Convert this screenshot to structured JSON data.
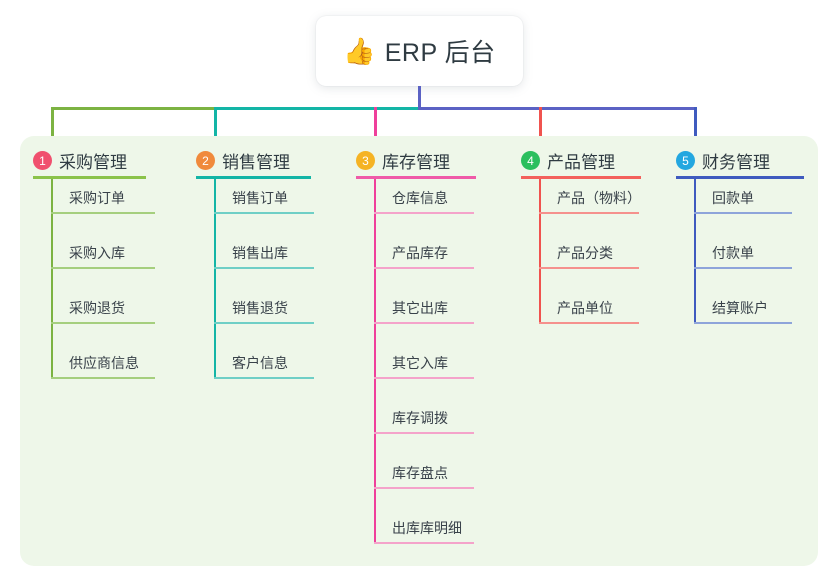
{
  "root": {
    "emoji": "👍",
    "emoji_name": "thumbs-up-icon",
    "title": "ERP 后台"
  },
  "colors": {
    "page_background": "#ffffff",
    "panel_background": "#eef7e9",
    "text": "#2f3b42",
    "item_text": "#39424a",
    "root_stem": "#5b62c4",
    "bus_right": "#5b62c4"
  },
  "columns": [
    {
      "number": "1",
      "title": "采购管理",
      "badge_color": "#f0506e",
      "line_color": "#7cb342",
      "rule_color": "#8bc34a",
      "item_rule_color": "#a5cf7e",
      "items": [
        "采购订单",
        "采购入库",
        "采购退货",
        "供应商信息"
      ]
    },
    {
      "number": "2",
      "title": "销售管理",
      "badge_color": "#f08a3c",
      "line_color": "#13b5a6",
      "rule_color": "#13b5a6",
      "item_rule_color": "#6fcfc6",
      "items": [
        "销售订单",
        "销售出库",
        "销售退货",
        "客户信息"
      ]
    },
    {
      "number": "3",
      "title": "库存管理",
      "badge_color": "#f5b324",
      "line_color": "#ef3f9b",
      "rule_color": "#ef5aa8",
      "item_rule_color": "#f4a3ca",
      "items": [
        "仓库信息",
        "产品库存",
        "其它出库",
        "其它入库",
        "库存调拨",
        "库存盘点",
        "出库库明细"
      ]
    },
    {
      "number": "4",
      "title": "产品管理",
      "badge_color": "#2bbf5e",
      "line_color": "#f0534f",
      "rule_color": "#f3615c",
      "item_rule_color": "#f5918d",
      "items": [
        "产品（物料）",
        "产品分类",
        "产品单位"
      ]
    },
    {
      "number": "5",
      "title": "财务管理",
      "badge_color": "#23a7e0",
      "line_color": "#3f5bbf",
      "rule_color": "#3f5bbf",
      "item_rule_color": "#8ea4da",
      "items": [
        "回款单",
        "付款单",
        "结算账户"
      ]
    }
  ]
}
